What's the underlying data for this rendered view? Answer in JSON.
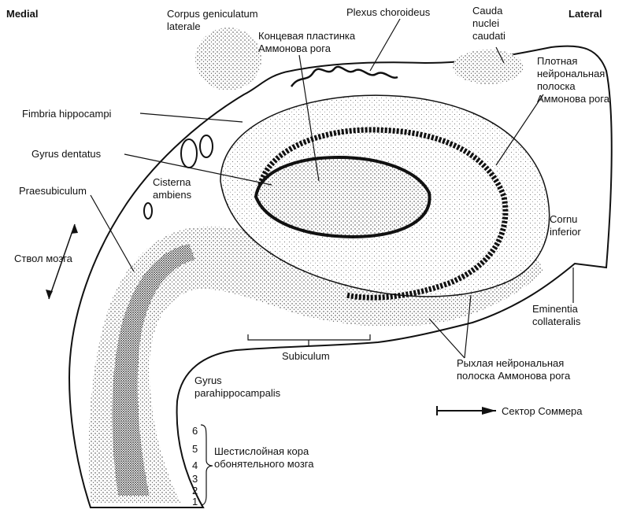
{
  "orientation": {
    "medial": "Medial",
    "lateral": "Lateral"
  },
  "labels": {
    "corpus_geniculatum": [
      "Corpus geniculatum",
      "laterale"
    ],
    "plexus_choroideus": "Plexus choroideus",
    "cauda_nuclei": [
      "Cauda",
      "nuclei",
      "caudati"
    ],
    "end_plate": [
      "Концевая пластинка",
      "Аммонова рога"
    ],
    "dense_layer": [
      "Плотная",
      "нейрональная",
      "полоска",
      "Аммонова рога"
    ],
    "fimbria": "Fimbria hippocampi",
    "gyrus_dentatus": "Gyrus dentatus",
    "cisterna": [
      "Cisterna",
      "ambiens"
    ],
    "praesubiculum": "Praesubiculum",
    "cornu_inferior": [
      "Cornu",
      "inferior"
    ],
    "brainstem": "Ствол мозга",
    "eminentia": [
      "Eminentia",
      "collateralis"
    ],
    "subiculum": "Subiculum",
    "loose_layer": [
      "Рыхлая нейрональная",
      "полоска Аммонова рога"
    ],
    "gyrus_parahippocampalis": [
      "Gyrus",
      "parahippocampalis"
    ],
    "sommer_sector": "Сектор Соммера",
    "six_layer_cortex": [
      "Шестислойная кора",
      "обонятельного мозга"
    ]
  },
  "cortex_layers": [
    "6",
    "5",
    "4",
    "3",
    "2",
    "1"
  ]
}
